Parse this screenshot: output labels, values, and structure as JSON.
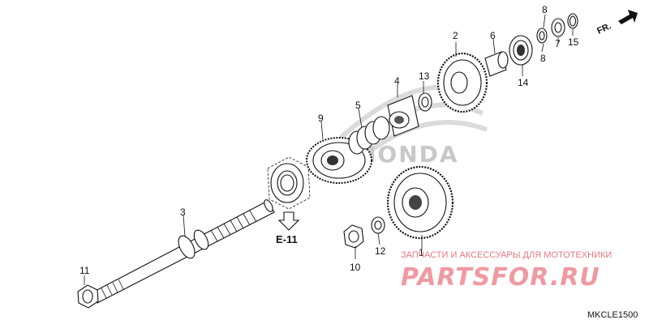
{
  "diagram": {
    "callouts": [
      {
        "id": "1",
        "label": "1"
      },
      {
        "id": "2",
        "label": "2"
      },
      {
        "id": "3",
        "label": "3"
      },
      {
        "id": "4",
        "label": "4"
      },
      {
        "id": "5",
        "label": "5"
      },
      {
        "id": "6",
        "label": "6"
      },
      {
        "id": "7",
        "label": "7"
      },
      {
        "id": "8a",
        "label": "8"
      },
      {
        "id": "8b",
        "label": "8"
      },
      {
        "id": "9",
        "label": "9"
      },
      {
        "id": "10",
        "label": "10"
      },
      {
        "id": "11",
        "label": "11"
      },
      {
        "id": "12",
        "label": "12"
      },
      {
        "id": "13",
        "label": "13"
      },
      {
        "id": "14",
        "label": "14"
      },
      {
        "id": "15",
        "label": "15"
      }
    ],
    "reference_label": "E-11",
    "direction_label": "FR.",
    "brand_watermark": "HONDA",
    "diagram_code": "MKCLE1500"
  },
  "watermark": {
    "tagline": "ЗАПЧАСТИ И АКСЕССУАРЫ ДЛЯ МОТОТЕХНИКИ",
    "site": "PARTSFOR.RU"
  },
  "colors": {
    "line": "#111111",
    "watermark_red": "#e8777f",
    "watermark_light": "#f2a8ae"
  }
}
